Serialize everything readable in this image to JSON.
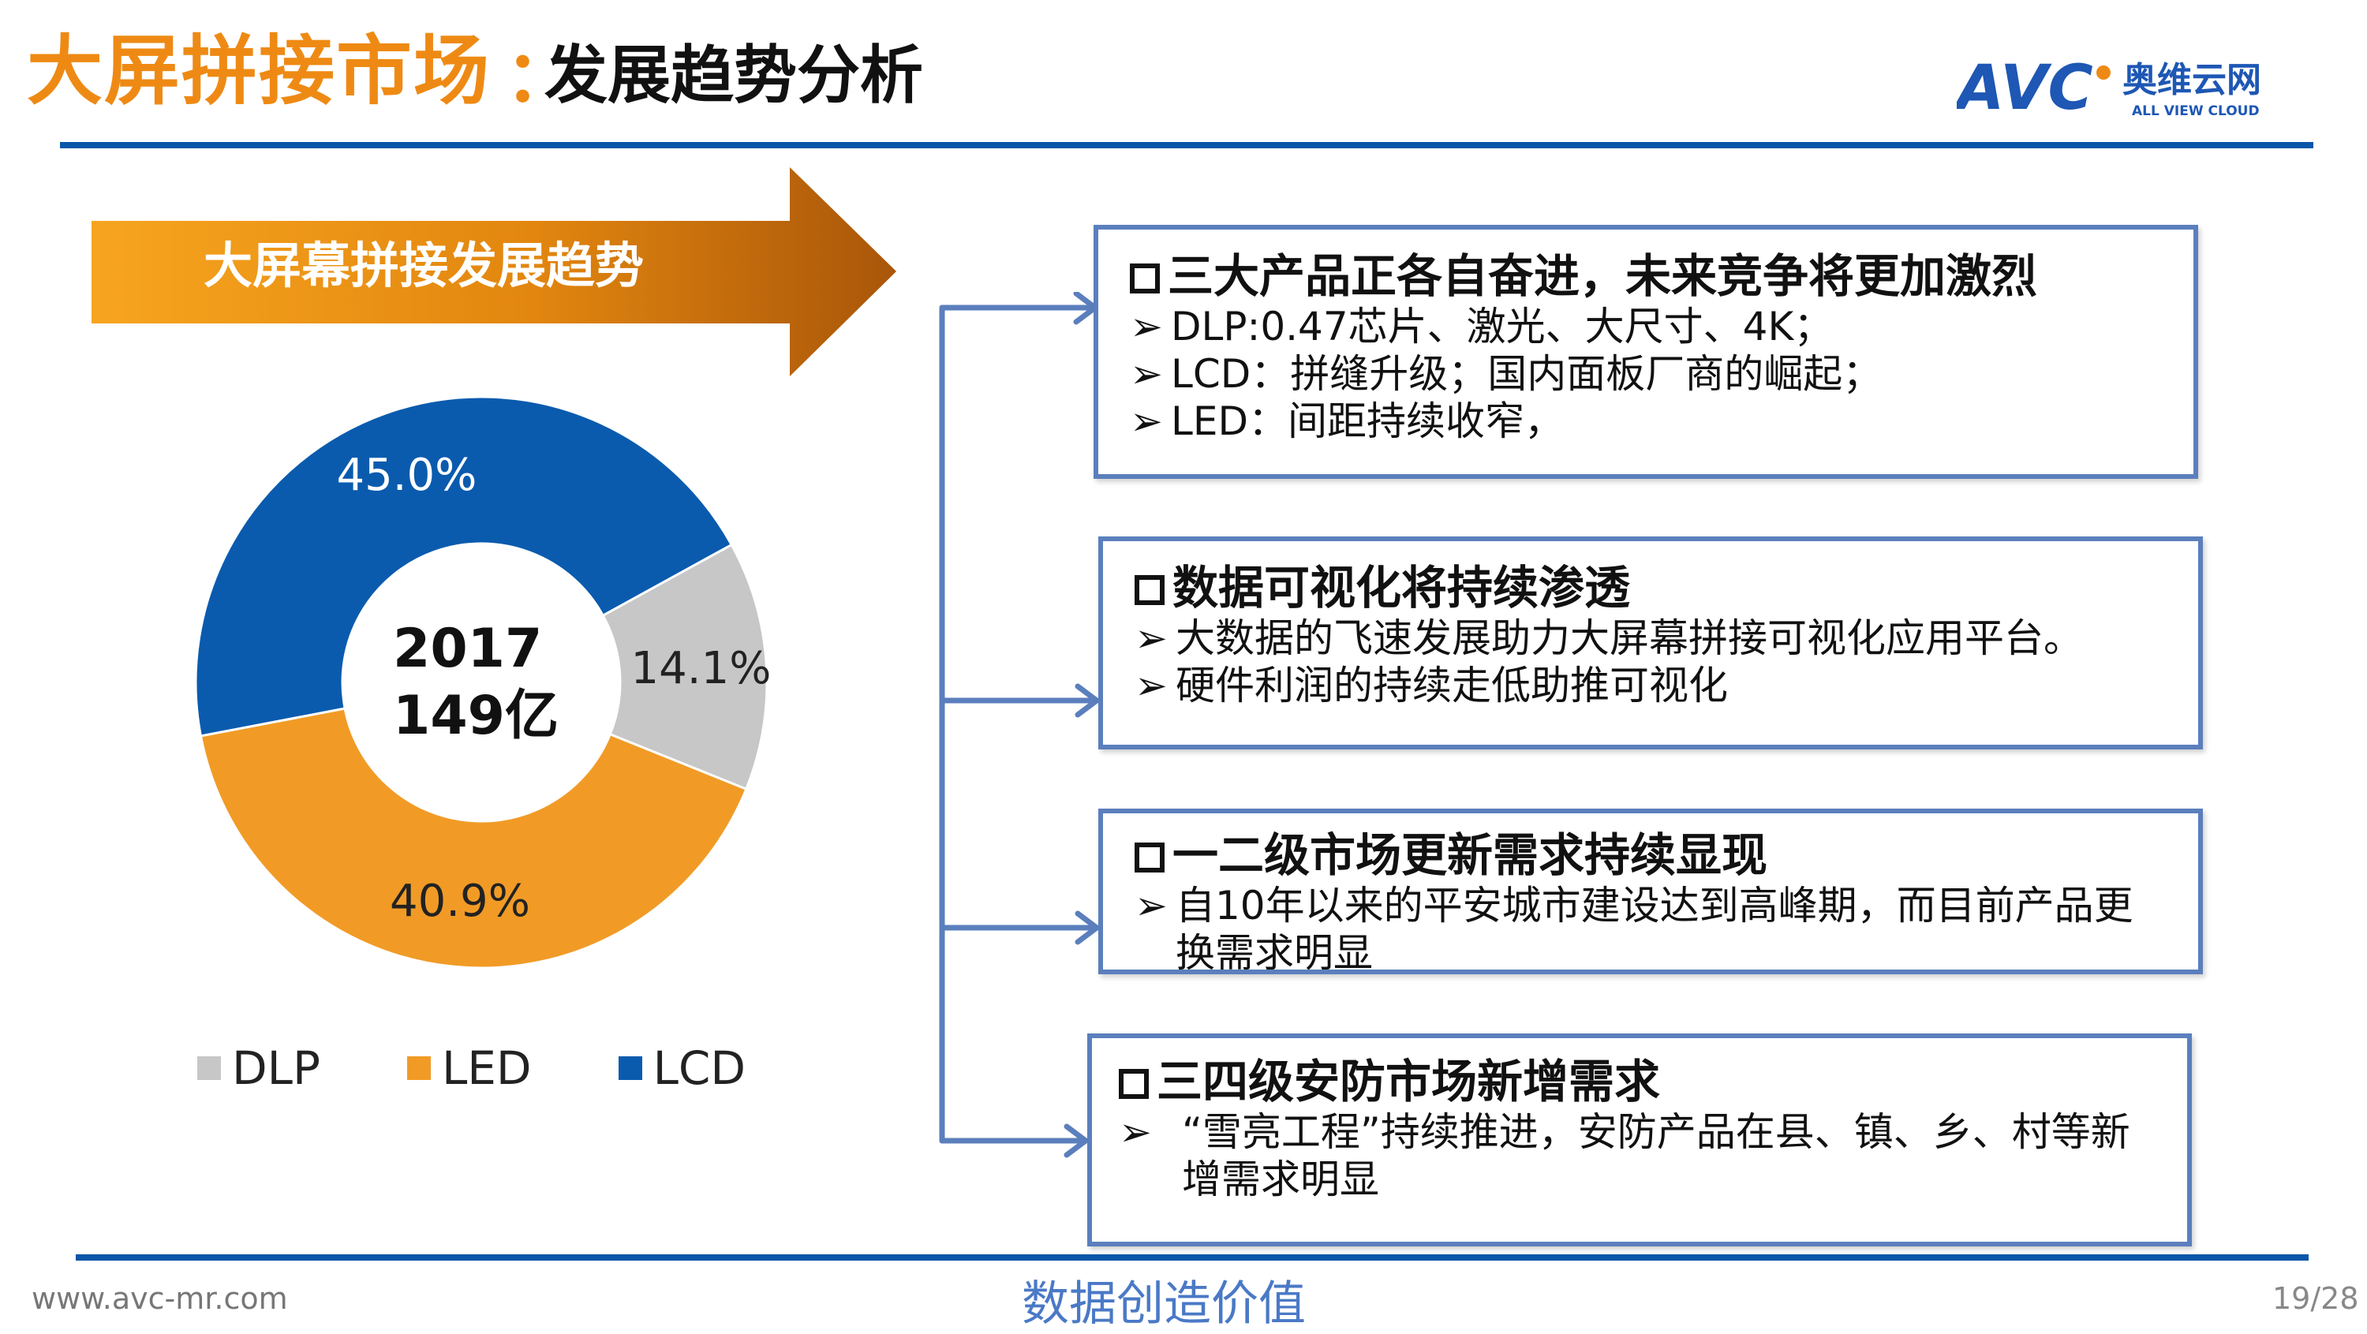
{
  "header": {
    "title_main": "大屏拼接市场",
    "title_colon": "：",
    "title_sub": "发展趋势分析",
    "logo_letters": "AVC",
    "logo_cn": "奥维云网",
    "logo_en": "ALL VIEW CLOUD",
    "brand_color": "#1e57b4",
    "accent_color": "#ee8a14"
  },
  "banner": {
    "label": "大屏幕拼接发展趋势"
  },
  "chart_data": {
    "type": "pie",
    "categories": [
      "DLP",
      "LED",
      "LCD"
    ],
    "values": [
      14.1,
      40.9,
      45.0
    ],
    "labels": [
      "14.1%",
      "40.9%",
      "45.0%"
    ],
    "colors": [
      "#c7c7c7",
      "#f19b26",
      "#0a5bae"
    ],
    "center_year": "2017",
    "center_total": "149亿",
    "legend_position": "bottom"
  },
  "boxes": [
    {
      "title": "三大产品正各自奋进，未来竞争将更加激烈",
      "items": [
        "DLP:0.47芯片、激光、大尺寸、4K；",
        "LCD：拼缝升级；国内面板厂商的崛起；",
        "LED：间距持续收窄，"
      ]
    },
    {
      "title": "数据可视化将持续渗透",
      "items": [
        "大数据的飞速发展助力大屏幕拼接可视化应用平台。",
        "硬件利润的持续走低助推可视化"
      ]
    },
    {
      "title": "一二级市场更新需求持续显现",
      "items": [
        "自10年以来的平安城市建设达到高峰期，而目前产品更换需求明显"
      ]
    },
    {
      "title": "三四级安防市场新增需求",
      "items": [
        "“雪亮工程”持续推进，安防产品在县、镇、乡、村等新增需求明显"
      ]
    }
  ],
  "bullet_glyph": "➢",
  "footer": {
    "url": "www.avc-mr.com",
    "slogan": "数据创造价值",
    "page": "19/28"
  }
}
